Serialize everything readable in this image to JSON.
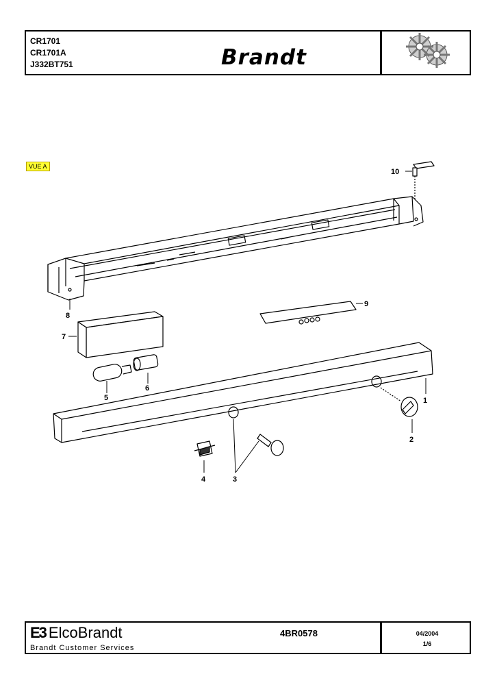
{
  "header": {
    "models": [
      "CR1701",
      "CR1701A",
      "J332BT751"
    ],
    "brand": "Brandt"
  },
  "view_label": "VUE A",
  "callouts": {
    "c1": "1",
    "c2": "2",
    "c3": "3",
    "c4": "4",
    "c5": "5",
    "c6": "6",
    "c7": "7",
    "c8": "8",
    "c9": "9",
    "c10": "10"
  },
  "footer": {
    "company": "ElcoBrandt",
    "company_mark": "E3",
    "service": "Brandt Customer Services",
    "reference": "4BR0578",
    "date": "04/2004",
    "page": "1/6"
  }
}
